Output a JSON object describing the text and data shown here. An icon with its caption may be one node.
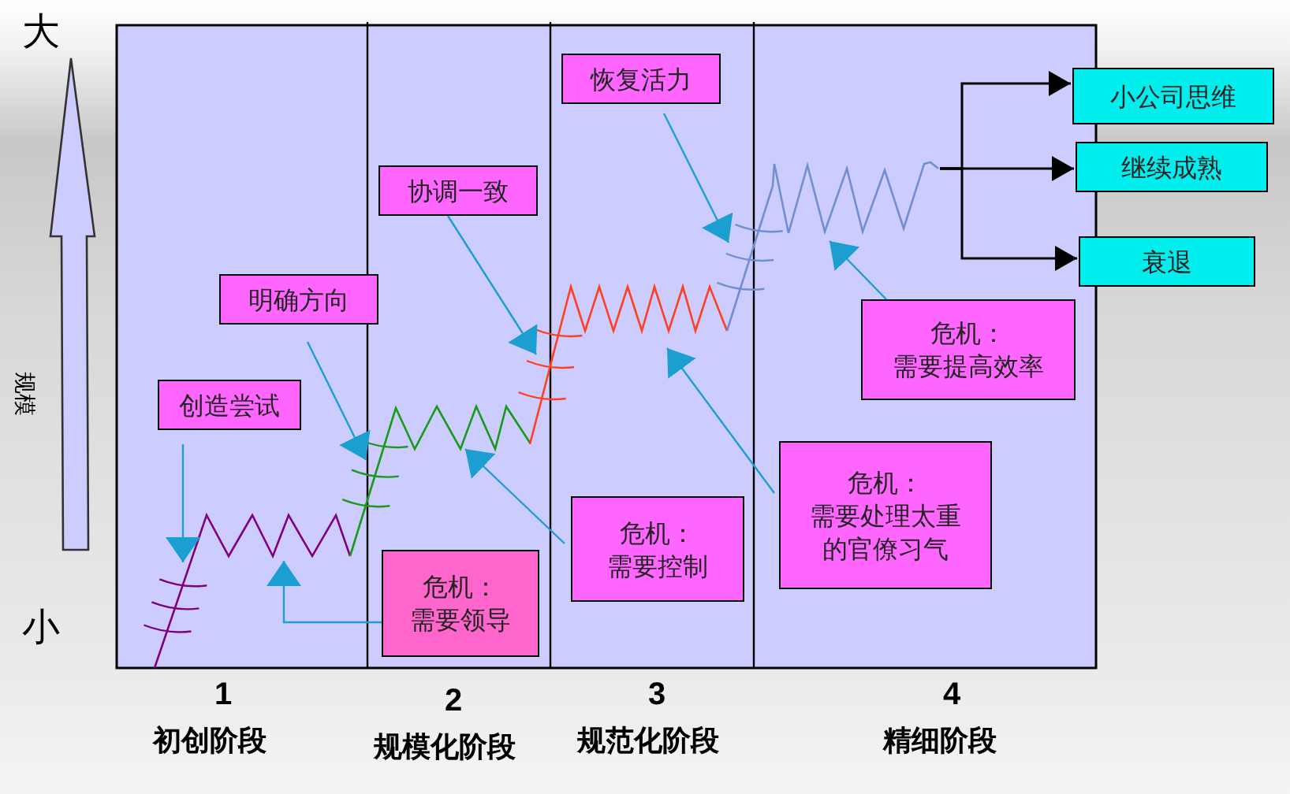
{
  "diagram": {
    "nodes": [
      {
        "text": [
          "恢复活力"
        ]
      },
      {
        "text": [
          "小公司思维"
        ]
      },
      {
        "text": [
          "继续成熟"
        ]
      },
      {
        "text": [
          "协调一致"
        ]
      },
      {
        "text": [
          "衰退"
        ]
      },
      {
        "text": [
          "明确方向"
        ]
      },
      {
        "text": [
          "危机：",
          "需要提高效率"
        ]
      },
      {
        "text": [
          "创造尝试"
        ]
      },
      {
        "text": [
          "危机：",
          "需要处理太重的官僚习气"
        ]
      },
      {
        "text": [
          "危机：",
          "需要控制"
        ]
      },
      {
        "text": [
          "危机：",
          "需要领导"
        ]
      },
      {
        "text": [],
        "shape": "line"
      },
      {
        "text": [],
        "shape": "line"
      },
      {
        "text": [],
        "shape": "line"
      },
      {
        "text": [],
        "shape": "line"
      }
    ],
    "edges": [
      {
        "from": 7,
        "to": 11,
        "arrow": "to"
      },
      {
        "from": 10,
        "to": 11,
        "arrow": "to"
      },
      {
        "from": 5,
        "to": 12,
        "arrow": "to"
      },
      {
        "from": 9,
        "to": 12,
        "arrow": "to"
      },
      {
        "from": 3,
        "to": 13,
        "arrow": "to"
      },
      {
        "from": 8,
        "to": 13,
        "arrow": "to"
      },
      {
        "from": 0,
        "to": 14,
        "arrow": "to"
      },
      {
        "from": 6,
        "to": 14,
        "arrow": "to"
      },
      {
        "from": 14,
        "to": 1,
        "arrow": "to",
        "color": "#000000"
      },
      {
        "from": 14,
        "to": 2,
        "arrow": "to",
        "color": "#000000"
      },
      {
        "from": 14,
        "to": 4,
        "arrow": "to",
        "color": "#000000"
      }
    ],
    "labels": [
      "大",
      "规模",
      "小",
      "1",
      "初创阶段",
      "2",
      "规模化阶段",
      "3",
      "规范化阶段",
      "4",
      "精细阶段"
    ]
  }
}
